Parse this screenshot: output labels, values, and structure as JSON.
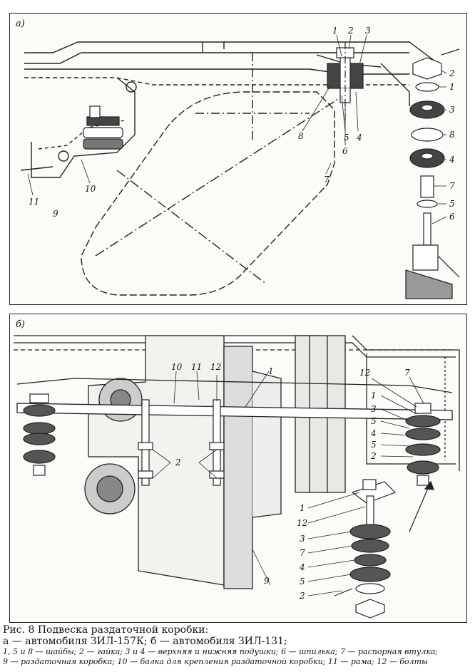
{
  "panel_a": {
    "label": "а)",
    "callouts": [
      "1",
      "2",
      "3",
      "8",
      "5",
      "4",
      "6",
      "7",
      "9",
      "10",
      "11"
    ],
    "exploded_labels": [
      "2",
      "1",
      "3",
      "8",
      "4",
      "7",
      "5",
      "6"
    ]
  },
  "panel_b": {
    "label": "б)",
    "callouts_top": [
      "10",
      "11",
      "12",
      "1",
      "12",
      "7"
    ],
    "callouts_right": [
      "1",
      "3",
      "5",
      "4",
      "5",
      "2"
    ],
    "callouts_left": [
      "2"
    ],
    "callouts_exploded": [
      "1",
      "12",
      "3",
      "7",
      "4",
      "5",
      "2"
    ],
    "callout_9": "9"
  },
  "caption": {
    "title": "Рис. 8     Подвеска раздаточной коробки:",
    "subtitle": "а — автомобиля ЗИЛ-157К; б — автомобиля ЗИЛ-131;",
    "legend_line1": "1, 5 и 8 — шайбы; 2 — гайка; 3 и 4 — верхняя и нижняя подушки; 6 — шпилька; 7 — распорная втулка;",
    "legend_line2": "9 — раздаточная  коробка;  10 — балка  для крепления раздаточной коробки;  11 — рама;  12 — болты"
  }
}
